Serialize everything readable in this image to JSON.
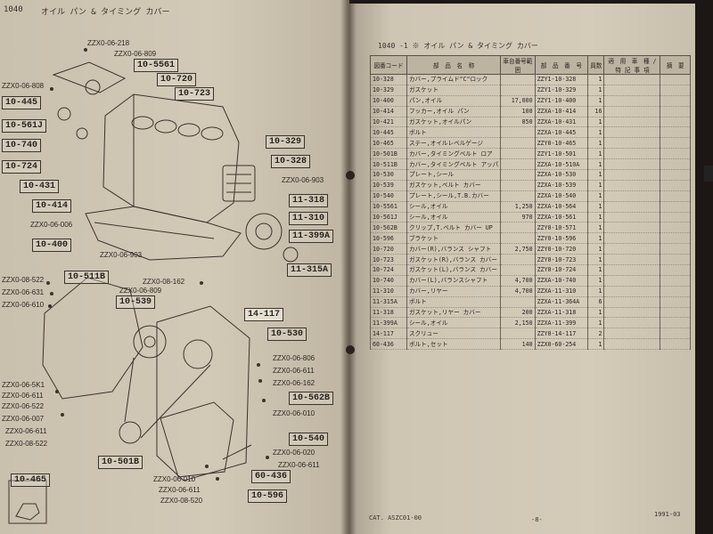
{
  "left_page": {
    "header": "1040",
    "title": "オイル パン & タイミング カバー",
    "callouts": [
      {
        "text": "ZZX0-06-218",
        "kind": "small"
      },
      {
        "text": "ZZX0-06-809",
        "kind": "small"
      },
      {
        "text": "10-5561",
        "kind": "box"
      },
      {
        "text": "10-720",
        "kind": "box"
      },
      {
        "text": "10-723",
        "kind": "box"
      },
      {
        "text": "ZZX0-06-808",
        "kind": "small"
      },
      {
        "text": "10-445",
        "kind": "box"
      },
      {
        "text": "10-561J",
        "kind": "box"
      },
      {
        "text": "10-740",
        "kind": "box"
      },
      {
        "text": "10-724",
        "kind": "box"
      },
      {
        "text": "10-329",
        "kind": "box"
      },
      {
        "text": "10-328",
        "kind": "box"
      },
      {
        "text": "ZZX0-06-903",
        "kind": "small"
      },
      {
        "text": "10-431",
        "kind": "box"
      },
      {
        "text": "11-318",
        "kind": "box"
      },
      {
        "text": "10-414",
        "kind": "box"
      },
      {
        "text": "11-310",
        "kind": "box"
      },
      {
        "text": "ZZX0-06-006",
        "kind": "small"
      },
      {
        "text": "11-399A",
        "kind": "box"
      },
      {
        "text": "10-400",
        "kind": "box"
      },
      {
        "text": "ZZX0-06-903",
        "kind": "small"
      },
      {
        "text": "11-315A",
        "kind": "box"
      },
      {
        "text": "ZZX0-08-522",
        "kind": "small"
      },
      {
        "text": "10-511B",
        "kind": "box"
      },
      {
        "text": "ZZX0-08-162",
        "kind": "small"
      },
      {
        "text": "ZZX0-06-631",
        "kind": "small"
      },
      {
        "text": "ZZX0-06-809",
        "kind": "small"
      },
      {
        "text": "10-539",
        "kind": "box"
      },
      {
        "text": "ZZX0-06-610",
        "kind": "small"
      },
      {
        "text": "14-117",
        "kind": "box"
      },
      {
        "text": "10-530",
        "kind": "box"
      },
      {
        "text": "ZZX0-06-806",
        "kind": "small"
      },
      {
        "text": "ZZX0-06-611",
        "kind": "small"
      },
      {
        "text": "ZZX0-06-162",
        "kind": "small"
      },
      {
        "text": "ZZX0-06-5K1",
        "kind": "small"
      },
      {
        "text": "ZZX0-06-611",
        "kind": "small"
      },
      {
        "text": "10-562B",
        "kind": "box"
      },
      {
        "text": "ZZX0-06-522",
        "kind": "small"
      },
      {
        "text": "ZZX0-06-007",
        "kind": "small"
      },
      {
        "text": "ZZX0-06-010",
        "kind": "small"
      },
      {
        "text": "ZZX0-06-611",
        "kind": "small"
      },
      {
        "text": "10-540",
        "kind": "box"
      },
      {
        "text": "ZZX0-08-522",
        "kind": "small"
      },
      {
        "text": "ZZX0-06-020",
        "kind": "small"
      },
      {
        "text": "ZZX0-06-611",
        "kind": "small"
      },
      {
        "text": "10-501B",
        "kind": "box"
      },
      {
        "text": "ZZX0-06-010",
        "kind": "small"
      },
      {
        "text": "60-436",
        "kind": "box"
      },
      {
        "text": "ZZX0-06-611",
        "kind": "small"
      },
      {
        "text": "ZZX0-08-520",
        "kind": "small"
      },
      {
        "text": "10-596",
        "kind": "box"
      },
      {
        "text": "10-465",
        "kind": "box"
      }
    ]
  },
  "right_page": {
    "header": "1040  -1 ※  オイル パン & タイミング カバー",
    "columns": [
      "図番コード",
      "部　品　名　称",
      "車台番号範囲",
      "部　品　番　号",
      "員数",
      "適　用　車　種 / 特 記 事 項",
      "摘　要"
    ],
    "rows": [
      {
        "code": "10-328",
        "name": "カバー,プライムド\"C\"ロック",
        "range": "",
        "part": "ZZY1-10-328",
        "qty": "1"
      },
      {
        "code": "10-329",
        "name": "ガスケット",
        "range": "",
        "part": "ZZY1-10-329",
        "qty": "1"
      },
      {
        "code": "10-400",
        "name": "パン,オイル",
        "range": "17,000",
        "part": "ZZY1-10-400",
        "qty": "1"
      },
      {
        "code": "10-414",
        "name": "フッカー,オイル パン",
        "range": "100",
        "part": "ZZXA-10-414",
        "qty": "16"
      },
      {
        "code": "10-421",
        "name": "ガスケット,オイルパン",
        "range": "850",
        "part": "ZZXA-10-431",
        "qty": "1"
      },
      {
        "code": "10-445",
        "name": "ボルト",
        "range": "",
        "part": "ZZXA-10-445",
        "qty": "1"
      },
      {
        "code": "10-465",
        "name": "ステー,オイルレベルゲージ",
        "range": "",
        "part": "ZZY0-10-465",
        "qty": "1"
      },
      {
        "code": "10-501B",
        "name": "カバー,タイミングベルト ロア",
        "range": "",
        "part": "ZZY1-10-501",
        "qty": "1"
      },
      {
        "code": "10-511B",
        "name": "カバー,タイミングベルト アッパ",
        "range": "",
        "part": "ZZXA-10-510A",
        "qty": "1"
      },
      {
        "code": "10-530",
        "name": "プレート,シール",
        "range": "",
        "part": "ZZXA-10-530",
        "qty": "1"
      },
      {
        "code": "10-539",
        "name": "ガスケット,ベルト カバー",
        "range": "",
        "part": "ZZXA-10-539",
        "qty": "1"
      },
      {
        "code": "10-540",
        "name": "プレート,シール,T.B.カバー",
        "range": "",
        "part": "ZZXA-10-540",
        "qty": "1"
      },
      {
        "code": "10-5561",
        "name": "シール,オイル",
        "range": "1,250",
        "part": "ZZXA-10-564",
        "qty": "1"
      },
      {
        "code": "10-561J",
        "name": "シール,オイル",
        "range": "970",
        "part": "ZZXA-10-561",
        "qty": "1"
      },
      {
        "code": "10-562B",
        "name": "クリップ,T.ベルト カバー UP",
        "range": "",
        "part": "ZZY0-10-571",
        "qty": "1"
      },
      {
        "code": "10-596",
        "name": "ブラケット",
        "range": "",
        "part": "ZZY0-10-596",
        "qty": "1"
      },
      {
        "code": "10-720",
        "name": "カバー(R),バランス シャフト",
        "range": "2,750",
        "part": "ZZY0-10-720",
        "qty": "1"
      },
      {
        "code": "10-723",
        "name": "ガスケット(R),バランス カバー",
        "range": "",
        "part": "ZZY0-10-723",
        "qty": "1"
      },
      {
        "code": "10-724",
        "name": "ガスケット(L),バランス カバー",
        "range": "",
        "part": "ZZY0-10-724",
        "qty": "1"
      },
      {
        "code": "10-740",
        "name": "カバー(L),バランスシャフト",
        "range": "4,700",
        "part": "ZZXA-10-740",
        "qty": "1"
      },
      {
        "code": "11-310",
        "name": "カバー,リヤー",
        "range": "4,700",
        "part": "ZZXA-11-310",
        "qty": "1"
      },
      {
        "code": "11-315A",
        "name": "ボルト",
        "range": "",
        "part": "ZZXA-11-364A",
        "qty": "6"
      },
      {
        "code": "11-318",
        "name": "ガスケット,リヤー カバー",
        "range": "200",
        "part": "ZZXA-11-318",
        "qty": "1"
      },
      {
        "code": "11-399A",
        "name": "シール,オイル",
        "range": "2,150",
        "part": "ZZXA-11-399",
        "qty": "1"
      },
      {
        "code": "14-117",
        "name": "スクリュー",
        "range": "",
        "part": "ZZY0-14-117",
        "qty": "2"
      },
      {
        "code": "60-436",
        "name": "ボルト,セット",
        "range": "140",
        "part": "ZZX0-60-254",
        "qty": "1"
      }
    ],
    "footer_left": "CAT. ASZC01-00",
    "footer_center": "-8-",
    "footer_right": "1991-03"
  }
}
